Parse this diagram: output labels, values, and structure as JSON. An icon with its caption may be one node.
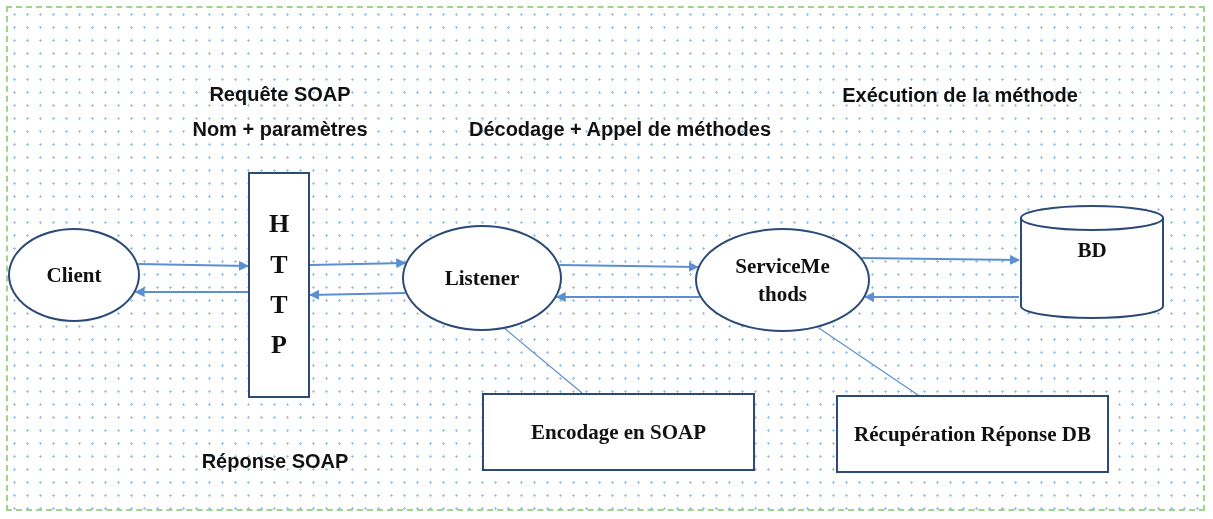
{
  "diagram": {
    "nodes": [
      {
        "text": [
          "Client"
        ]
      },
      {
        "text": [
          "HTTP"
        ]
      },
      {
        "text": [
          "Listener"
        ]
      },
      {
        "text": [
          "ServiceMethods"
        ]
      },
      {
        "text": [
          "BD"
        ]
      },
      {
        "text": [
          "Encodage en SOAP"
        ]
      },
      {
        "text": [
          "Récupération Réponse DB"
        ]
      }
    ],
    "edges": [
      {
        "from": 0,
        "to": 1,
        "arrow": "to"
      },
      {
        "from": 1,
        "to": 0,
        "arrow": "to"
      },
      {
        "from": 1,
        "to": 2,
        "arrow": "to"
      },
      {
        "from": 2,
        "to": 1,
        "arrow": "to"
      },
      {
        "from": 2,
        "to": 3,
        "arrow": "to"
      },
      {
        "from": 3,
        "to": 2,
        "arrow": "to"
      },
      {
        "from": 3,
        "to": 4,
        "arrow": "to"
      },
      {
        "from": 4,
        "to": 3,
        "arrow": "to"
      },
      {
        "from": 2,
        "to": 5,
        "arrow": "none"
      },
      {
        "from": 3,
        "to": 6,
        "arrow": "none"
      }
    ],
    "labels": [
      "Requête SOAP",
      "Nom + paramètres",
      "Décodage + Appel de méthodes",
      "Exécution de la méthode",
      "Réponse SOAP"
    ]
  }
}
